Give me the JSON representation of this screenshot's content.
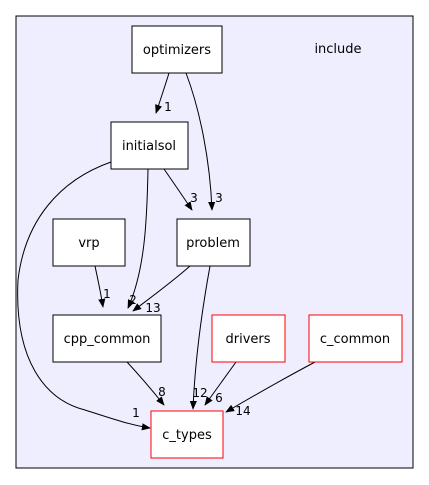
{
  "cluster": {
    "label": "include",
    "fill": "#eeeeff",
    "stroke": "#000000"
  },
  "nodes": {
    "optimizers": {
      "label": "optimizers",
      "border": "#000000"
    },
    "initialsol": {
      "label": "initialsol",
      "border": "#000000"
    },
    "vrp": {
      "label": "vrp",
      "border": "#000000"
    },
    "problem": {
      "label": "problem",
      "border": "#000000"
    },
    "cpp_common": {
      "label": "cpp_common",
      "border": "#000000"
    },
    "drivers": {
      "label": "drivers",
      "border": "#ff0000"
    },
    "c_common": {
      "label": "c_common",
      "border": "#ff0000"
    },
    "c_types": {
      "label": "c_types",
      "border": "#ff0000"
    }
  },
  "edges": {
    "optimizers_initialsol": {
      "from": "optimizers",
      "to": "initialsol",
      "count": "1"
    },
    "optimizers_problem": {
      "from": "optimizers",
      "to": "problem",
      "count": "3"
    },
    "initialsol_problem": {
      "from": "initialsol",
      "to": "problem",
      "count": "3"
    },
    "initialsol_cpp_common": {
      "from": "initialsol",
      "to": "cpp_common",
      "count": "2"
    },
    "initialsol_c_types": {
      "from": "initialsol",
      "to": "c_types",
      "count": "1"
    },
    "vrp_cpp_common": {
      "from": "vrp",
      "to": "cpp_common",
      "count": "1"
    },
    "problem_cpp_common": {
      "from": "problem",
      "to": "cpp_common",
      "count": "13"
    },
    "problem_c_types": {
      "from": "problem",
      "to": "c_types",
      "count": "12"
    },
    "cpp_common_c_types": {
      "from": "cpp_common",
      "to": "c_types",
      "count": "8"
    },
    "drivers_c_types": {
      "from": "drivers",
      "to": "c_types",
      "count": "6"
    },
    "c_common_c_types": {
      "from": "c_common",
      "to": "c_types",
      "count": "14"
    }
  }
}
